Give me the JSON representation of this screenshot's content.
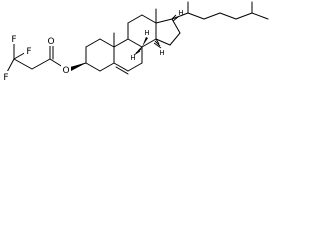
{
  "structure": {
    "atoms": {
      "f_top": "F",
      "f_mid": "F",
      "f_left": "F",
      "o_carbonyl": "O",
      "o_ester": "O",
      "h_c8": "H",
      "h_c9": "H",
      "h_c14": "H",
      "h_c17": "H"
    },
    "colors": {
      "line": "#000000",
      "background": "#ffffff"
    }
  }
}
